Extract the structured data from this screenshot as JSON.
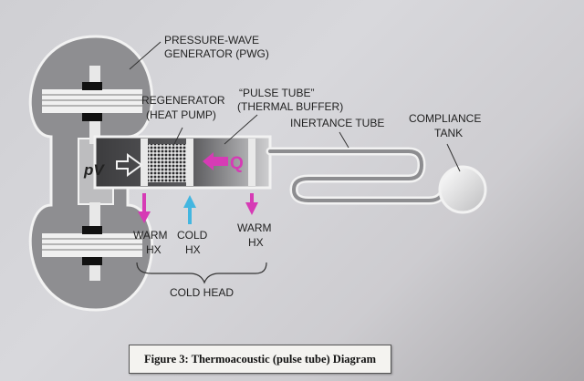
{
  "labels": {
    "pwg_line1": "PRESSURE-WAVE",
    "pwg_line2": "GENERATOR (PWG)",
    "regenerator_line1": "REGENERATOR",
    "regenerator_line2": "(HEAT PUMP)",
    "pulse_tube_line1": "“PULSE TUBE”",
    "pulse_tube_line2": "(THERMAL BUFFER)",
    "inertance_tube": "INERTANCE TUBE",
    "compliance_line1": "COMPLIANCE",
    "compliance_line2": "TANK",
    "pv": "pV",
    "q": "Q",
    "warm_hx_left_line1": "WARM",
    "warm_hx_left_line2": "HX",
    "cold_hx_line1": "COLD",
    "cold_hx_line2": "HX",
    "warm_hx_right_line1": "WARM",
    "warm_hx_right_line2": "HX",
    "cold_head": "COLD HEAD"
  },
  "caption": "Figure 3:  Thermoacoustic (pulse tube) Diagram",
  "colors": {
    "warm_arrow": "#d63bb5",
    "cold_arrow": "#43b6e0",
    "body_fill": "#8d8d90",
    "body_stroke": "#f2f2f2",
    "tube_dark": "#4a4a4c",
    "compliance_tank": "#dcdcdc"
  }
}
